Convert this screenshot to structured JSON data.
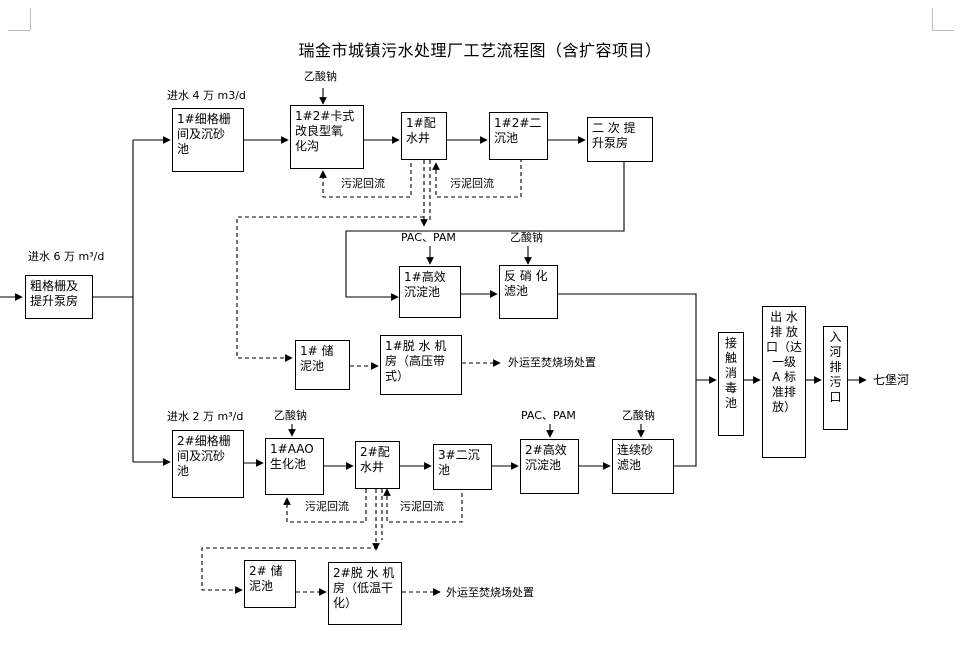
{
  "title": "瑞金市城镇污水处理厂工艺流程图（含扩容项目）",
  "boxes": {
    "coarse_screen": "粗格栅及\n提升泵房",
    "fine_screen_1": "1#细格栅\n间及沉砂\n池",
    "carrousel_1": "1#2#卡式\n改良型氧\n化沟",
    "distribution_1": "1#配\n水井",
    "secondary_clarifier_12": "1#2#二\n沉池",
    "lift_pump_2": "二 次 提\n升泵房",
    "hd_settling_1": "1#高效\n沉淀池",
    "denitrification_filter": "反 硝 化\n滤池",
    "sludge_storage_1": "1#  储\n泥池",
    "dewatering_1": "1#脱 水 机\n房（高压带\n式）",
    "fine_screen_2": "2#细格栅\n间及沉砂\n池",
    "aao_1": "1#AAO\n生化池",
    "distribution_2": "2#配\n水井",
    "secondary_clarifier_3": "3#二沉\n池",
    "hd_settling_2": "2#高效\n沉淀池",
    "sand_filter": "连续砂\n滤池",
    "sludge_storage_2": "2#  储\n泥池",
    "dewatering_2": "2#脱 水 机\n房（低温干\n化）",
    "disinfection": "接\n触\n消\n毒\n池",
    "outfall": "出 水\n排 放\n口（达\n一级\nA 标\n准排\n放）",
    "river_outfall": "入\n河\n排\n污\n口"
  },
  "labels": {
    "inflow_6w": "进水 6 万 m³/d",
    "inflow_4w": "进水 4 万 m3/d",
    "inflow_2w": "进水 2 万 m³/d",
    "sodium_acetate_1": "乙酸钠",
    "sodium_acetate_2": "乙酸钠",
    "sodium_acetate_3": "乙酸钠",
    "sodium_acetate_4": "乙酸钠",
    "pac_pam_1": "PAC、PAM",
    "pac_pam_2": "PAC、PAM",
    "sludge_return_1": "污泥回流",
    "sludge_return_2": "污泥回流",
    "sludge_return_3": "污泥回流",
    "sludge_return_4": "污泥回流",
    "outbound_1": "外运至焚烧场处置",
    "outbound_2": "外运至焚烧场处置",
    "river": "七堡河"
  }
}
